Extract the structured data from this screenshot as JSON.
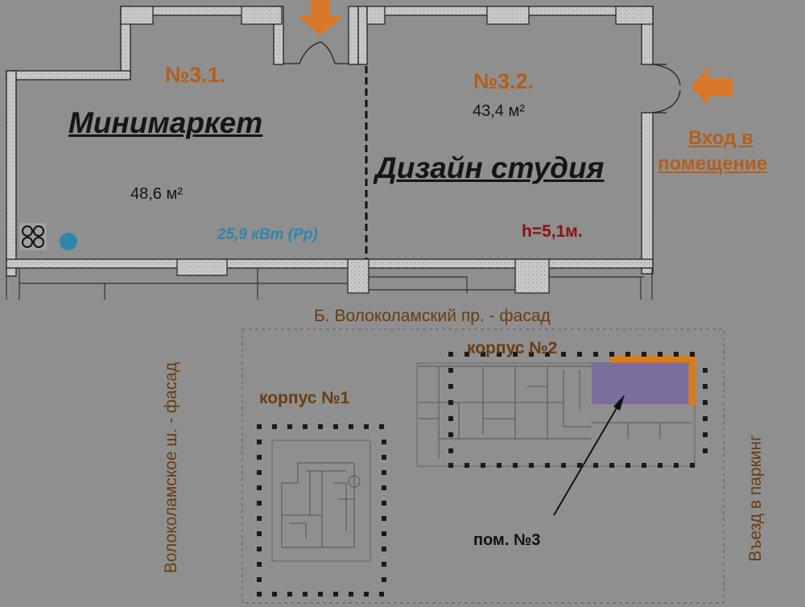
{
  "rooms": {
    "room_1": {
      "number": "№3.1.",
      "title": "Минимаркет",
      "area": "48,6 м²",
      "power": "25,9 кВт (Рр)"
    },
    "room_2": {
      "number": "№3.2.",
      "title": "Дизайн студия",
      "area": "43,4 м²",
      "height": "h=5,1м."
    }
  },
  "entry": {
    "line1": "Вход в",
    "line2": "помещение"
  },
  "site_plan": {
    "facade_top": "Б. Волоколамский пр. - фасад",
    "building_1": "корпус №1",
    "building_2": "корпус №2",
    "facade_left": "Волоколамское ш. - фасад",
    "parking": "Въезд в паркинг",
    "pointer_label": "пом. №3"
  },
  "colors": {
    "background": "#8f8f8f",
    "wall_hatch": "#cfcfcf",
    "accent_arrow": "#d9782a",
    "highlight_room": "#7a6aa0",
    "highlight_edge": "#d97d1a",
    "power_text": "#2e86ad",
    "height_text": "#8a1212"
  },
  "icons": [
    "entry-arrow-down-icon",
    "entry-arrow-left-icon",
    "ventilation-fan-icon",
    "power-outlet-icon",
    "door-swing-icon",
    "pointer-arrow-icon"
  ]
}
